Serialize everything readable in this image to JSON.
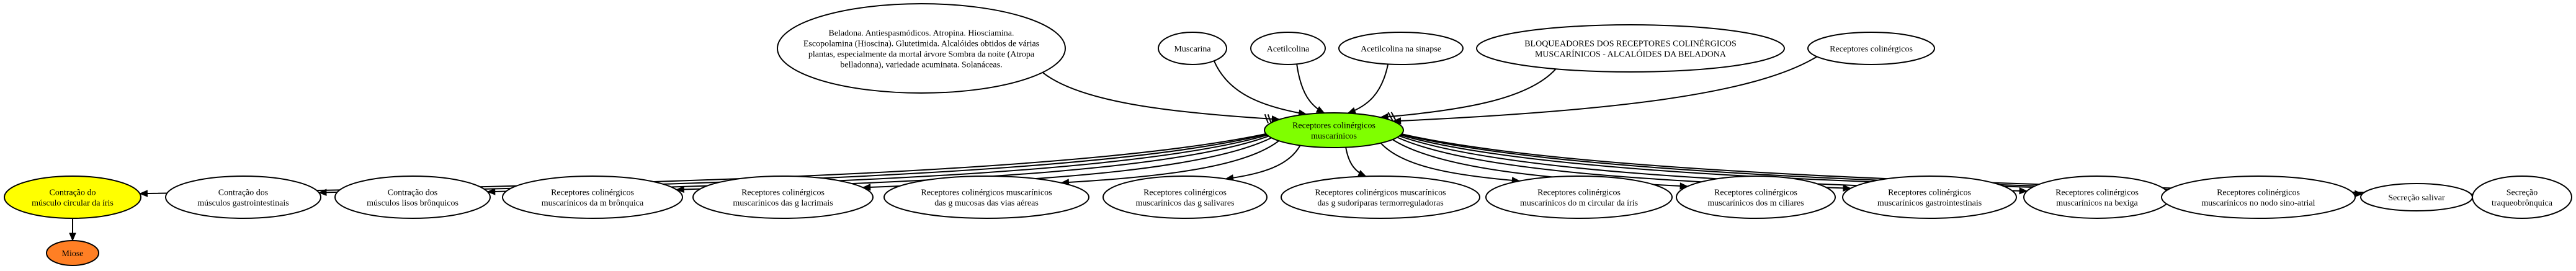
{
  "colors": {
    "center": "#7fff00",
    "highlight": "#ffff00",
    "leaf": "#ff7f24",
    "default": "#ffffff"
  },
  "center": {
    "id": "center",
    "lines": [
      "Receptores colinérgicos",
      "muscarínicos"
    ]
  },
  "sources": [
    {
      "id": "src-beladona",
      "lines": [
        "Beladona. Antiespasmódicos. Atropina. Hiosciamina.",
        "Escopolamina (Hioscina). Glutetimida. Alcalóides obtidos de várias",
        "plantas, especialmente da mortal árvore Sombra da noite (Atropa",
        "belladonna), variedade acuminata. Solanáceas."
      ]
    },
    {
      "id": "src-muscarina",
      "lines": [
        "Muscarina"
      ]
    },
    {
      "id": "src-acetilcolina",
      "lines": [
        "Acetilcolina"
      ]
    },
    {
      "id": "src-acetilcolina-sinapse",
      "lines": [
        "Acetilcolina na sinapse"
      ]
    },
    {
      "id": "src-bloqueadores",
      "lines": [
        "BLOQUEADORES DOS RECEPTORES COLINÉRGICOS",
        "MUSCARÍNICOS - ALCALÓIDES DA BELADONA"
      ]
    },
    {
      "id": "src-receptores",
      "lines": [
        "Receptores colinérgicos"
      ]
    }
  ],
  "targets": [
    {
      "id": "t-iris",
      "lines": [
        "Contração do",
        "músculo circular da íris"
      ],
      "color": "highlight"
    },
    {
      "id": "t-gastro",
      "lines": [
        "Contração dos",
        "músculos gastrointestinais"
      ]
    },
    {
      "id": "t-bronquicos",
      "lines": [
        "Contração dos",
        "músculos lisos brônquicos"
      ]
    },
    {
      "id": "t-m-bronquica",
      "lines": [
        "Receptores colinérgicos",
        "muscarínicos da m brônquica"
      ]
    },
    {
      "id": "t-g-lacrimais",
      "lines": [
        "Receptores colinérgicos",
        "muscarínicos das g lacrimais"
      ]
    },
    {
      "id": "t-vias-aereas",
      "lines": [
        "Receptores colinérgicos muscarínicos",
        "das g mucosas das vias aéreas"
      ]
    },
    {
      "id": "t-g-salivares",
      "lines": [
        "Receptores colinérgicos",
        "muscarínicos das g salivares"
      ]
    },
    {
      "id": "t-sudoriparas",
      "lines": [
        "Receptores colinérgicos muscarínicos",
        "das g sudoríparas termorreguladoras"
      ]
    },
    {
      "id": "t-m-iris",
      "lines": [
        "Receptores colinérgicos",
        "muscarínicos do m circular da íris"
      ]
    },
    {
      "id": "t-m-ciliares",
      "lines": [
        "Receptores colinérgicos",
        "muscarínicos dos m ciliares"
      ]
    },
    {
      "id": "t-gastrointestinais",
      "lines": [
        "Receptores colinérgicos",
        "muscarínicos gastrointestinais"
      ]
    },
    {
      "id": "t-bexiga",
      "lines": [
        "Receptores colinérgicos",
        "muscarínicos na bexiga"
      ]
    },
    {
      "id": "t-nodo",
      "lines": [
        "Receptores colinérgicos",
        "muscarínicos no nodo sino-atrial"
      ]
    },
    {
      "id": "t-salivar",
      "lines": [
        "Secreção salivar"
      ]
    },
    {
      "id": "t-traqueo",
      "lines": [
        "Secreção",
        "traqueobrônquica"
      ]
    }
  ],
  "leaf": {
    "id": "miose",
    "lines": [
      "Miose"
    ],
    "color": "leaf",
    "parent": "t-iris"
  },
  "inhibitory_edges": [
    "src-beladona",
    "src-bloqueadores"
  ]
}
